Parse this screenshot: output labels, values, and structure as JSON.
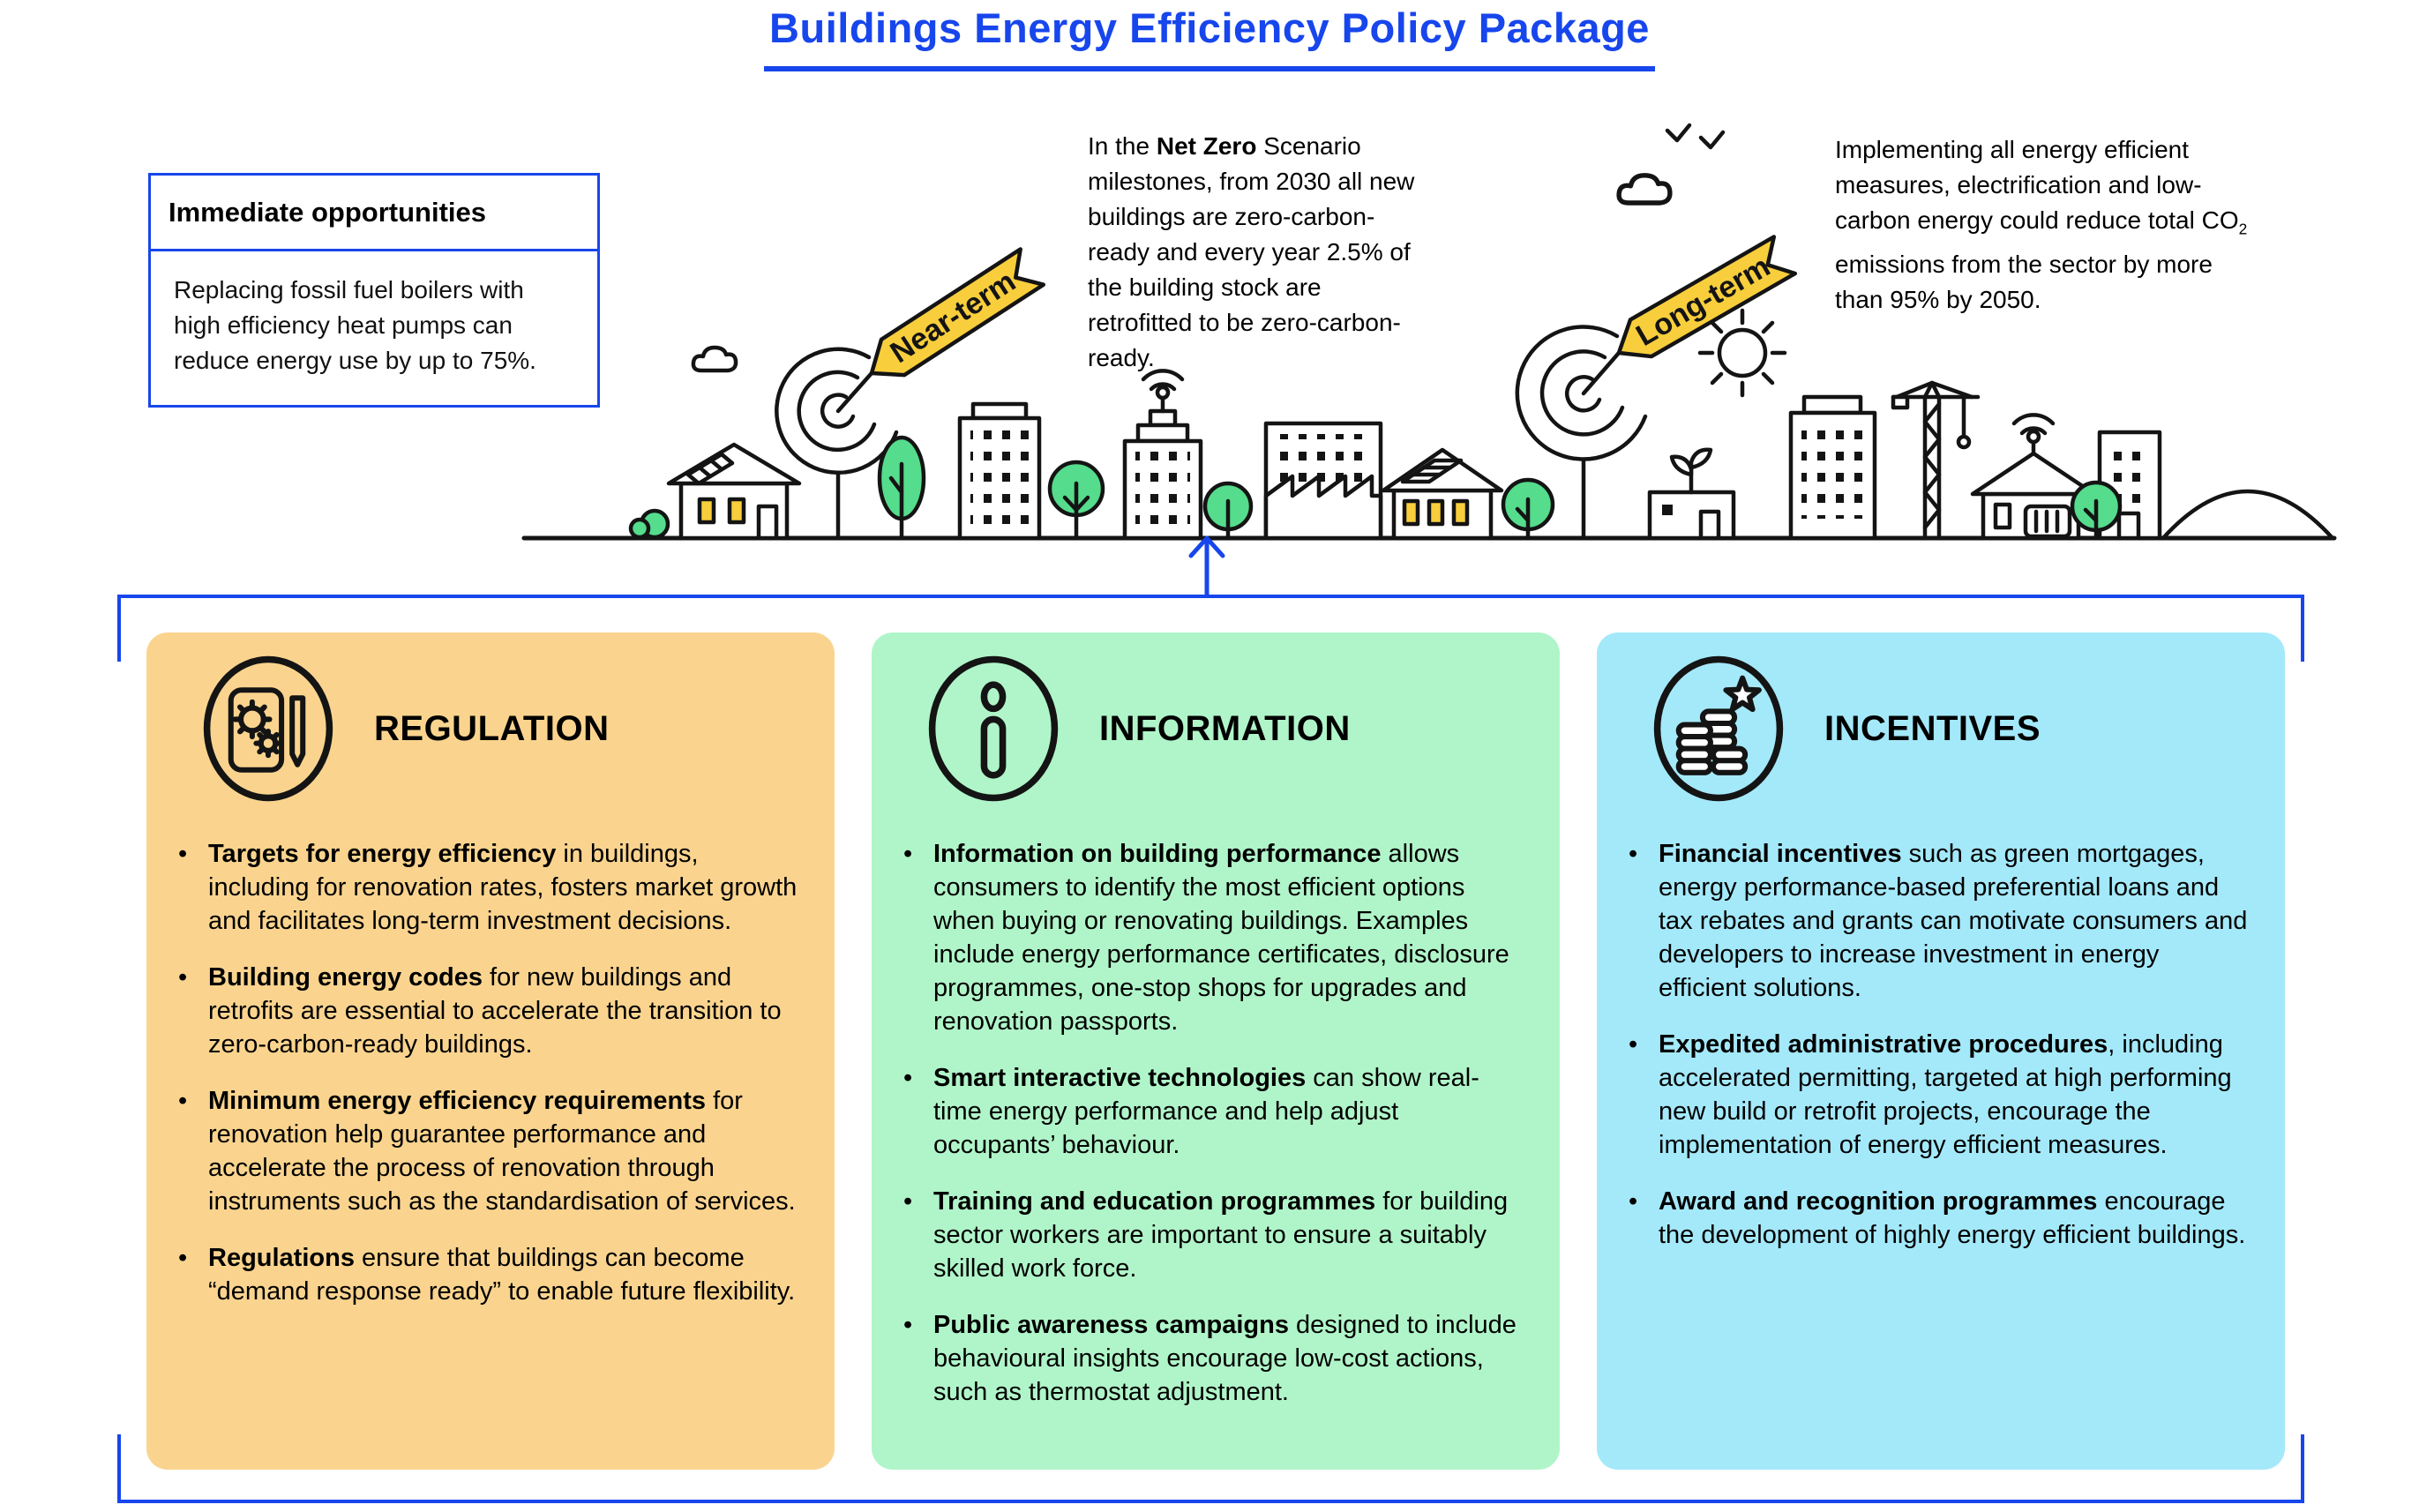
{
  "title": "Buildings Energy Efficiency Policy Package",
  "immediate_opportunities": {
    "heading": "Immediate opportunities",
    "body": "Replacing fossil fuel boilers with high efficiency heat pumps can reduce energy use by up to 75%."
  },
  "net_zero_note": {
    "prefix": "In the ",
    "bold": "Net Zero",
    "suffix": " Scenario milestones, from 2030 all new buildings are zero-carbon-ready and every year 2.5% of the building stock are retrofitted to be zero-carbon-ready."
  },
  "emissions_note": {
    "part1": "Implementing all energy efficient measures, electrification and low-carbon energy could reduce total CO",
    "sub": "2",
    "part2": " emissions from the sector by more than 95% by 2050."
  },
  "banners": {
    "near": "Near-term",
    "long": "Long-term"
  },
  "cards": [
    {
      "title": "REGULATION",
      "icon": "document-gears-pen",
      "bg": "#FAD48E",
      "bullets": [
        {
          "bold": "Targets for energy efficiency",
          "rest": " in buildings, including for renovation rates, fosters market growth and facilitates long-term investment decisions."
        },
        {
          "bold": "Building energy codes",
          "rest": " for new buildings and retrofits are essential to accelerate the transition to zero-carbon-ready buildings."
        },
        {
          "bold": "Minimum energy efficiency requirements",
          "rest": " for renovation help guarantee performance and accelerate the process of renovation through instruments such as the standardisation of services."
        },
        {
          "bold": "Regulations",
          "rest": " ensure that buildings can become “demand response ready” to enable future flexibility."
        }
      ]
    },
    {
      "title": "INFORMATION",
      "icon": "info-circle",
      "bg": "#B0F5C9",
      "bullets": [
        {
          "bold": "Information on building performance",
          "rest": " allows consumers to identify the most efficient options when buying or renovating buildings. Examples include energy performance certificates, disclosure programmes, one-stop shops for upgrades and renovation passports."
        },
        {
          "bold": "Smart interactive technologies",
          "rest": " can show real-time energy performance and help adjust occupants’ behaviour."
        },
        {
          "bold": "Training and education programmes",
          "rest": " for building sector workers are important to ensure a suitably skilled work force."
        },
        {
          "bold": "Public awareness campaigns",
          "rest": " designed to include behavioural insights encourage low-cost actions, such as thermostat adjustment."
        }
      ]
    },
    {
      "title": "INCENTIVES",
      "icon": "coins-star",
      "bg": "#A4E9FA",
      "bullets": [
        {
          "bold": "Financial incentives",
          "rest": " such as green mortgages, energy performance-based preferential loans and tax rebates and grants can motivate consumers and developers to increase investment in energy efficient solutions."
        },
        {
          "bold": "Expedited administrative procedures",
          "rest": ", including accelerated permitting, targeted at high performing new build or retrofit projects, encourage the implementation of energy efficient measures."
        },
        {
          "bold": "Award and recognition programmes",
          "rest": " encourage the development of highly energy efficient buildings."
        }
      ]
    }
  ],
  "colors": {
    "accent_blue": "#1746EC",
    "regulation_bg": "#FAD48E",
    "information_bg": "#B0F5C9",
    "incentives_bg": "#A4E9FA",
    "banner_yellow": "#F8CE3C",
    "tree_green": "#55DC8C"
  }
}
